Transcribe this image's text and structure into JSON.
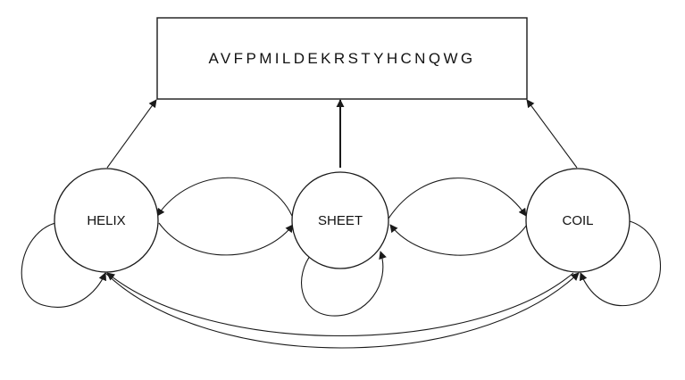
{
  "emission_box": {
    "text": "AVFPMILDEKRSTYHCNQWG"
  },
  "states": [
    {
      "id": "helix",
      "label": "HELIX"
    },
    {
      "id": "sheet",
      "label": "SHEET"
    },
    {
      "id": "coil",
      "label": "COIL"
    }
  ],
  "edges": [
    {
      "from": "HELIX",
      "to": "emission_box",
      "kind": "emission"
    },
    {
      "from": "SHEET",
      "to": "emission_box",
      "kind": "emission"
    },
    {
      "from": "COIL",
      "to": "emission_box",
      "kind": "emission"
    },
    {
      "from": "HELIX",
      "to": "SHEET",
      "kind": "transition"
    },
    {
      "from": "SHEET",
      "to": "HELIX",
      "kind": "transition"
    },
    {
      "from": "SHEET",
      "to": "COIL",
      "kind": "transition"
    },
    {
      "from": "COIL",
      "to": "SHEET",
      "kind": "transition"
    },
    {
      "from": "HELIX",
      "to": "COIL",
      "kind": "transition"
    },
    {
      "from": "COIL",
      "to": "HELIX",
      "kind": "transition"
    },
    {
      "from": "HELIX",
      "to": "HELIX",
      "kind": "self-loop"
    },
    {
      "from": "SHEET",
      "to": "SHEET",
      "kind": "self-loop"
    },
    {
      "from": "COIL",
      "to": "COIL",
      "kind": "self-loop"
    }
  ]
}
